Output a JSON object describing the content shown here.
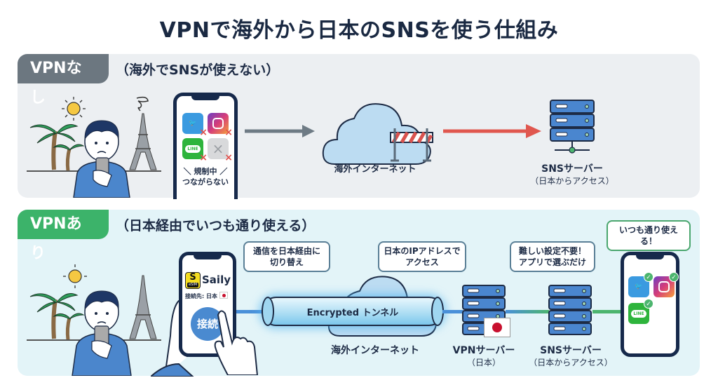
{
  "title": "VPNで海外から日本のSNSを使う仕組み",
  "without_vpn": {
    "tag": "VPNなし",
    "subtitle": "（海外でSNSが使えない）",
    "phone_apps": [
      {
        "name": "Twitter",
        "status": "blocked"
      },
      {
        "name": "Instagram",
        "status": "blocked"
      },
      {
        "name": "LINE",
        "status": "blocked"
      },
      {
        "name": "unknown",
        "status": "blocked"
      }
    ],
    "line_label": "LINE",
    "gray_app_glyph": "×",
    "x_glyph": "×",
    "phone_caption_1": "＼ 規制中 ／",
    "phone_caption_2": "つながらない",
    "internet_label": "海外インターネット",
    "server_label": "SNSサーバー",
    "server_sublabel": "（日本からアクセス）",
    "colors": {
      "tag": "#6c7780",
      "arrow_gray": "#6e7b85",
      "arrow_red": "#e0574f"
    }
  },
  "with_vpn": {
    "tag": "VPNあり",
    "subtitle": "（日本経由でいつも通り使える）",
    "app_logo_letter": "S",
    "app_logo_badge": "eSIM",
    "app_name": "Saily",
    "connection_label": "接続先: 日本",
    "connect_button": "接続",
    "bubble_1": [
      "通信を日本経由に",
      "切り替え"
    ],
    "bubble_2": [
      "日本のIPアドレスで",
      "アクセス"
    ],
    "bubble_3": [
      "難しい設定不要！",
      "アプリで選ぶだけ"
    ],
    "bubble_4": "いつも通り使える！",
    "tunnel_label": "Encrypted トンネル",
    "internet_label": "海外インターネット",
    "vpn_server_label": "VPNサーバー",
    "vpn_server_sublabel": "（日本）",
    "sns_server_label": "SNSサーバー",
    "sns_server_sublabel": "（日本からアクセス）",
    "phone_apps": [
      {
        "name": "Twitter",
        "status": "ok"
      },
      {
        "name": "Instagram",
        "status": "ok"
      },
      {
        "name": "LINE",
        "status": "ok"
      }
    ],
    "line_label": "LINE",
    "check_glyph": "✓",
    "colors": {
      "tag": "#3cb36a",
      "tunnel": "#bfe8f7",
      "line_blue": "#4a90d9",
      "line_green": "#4cb56e"
    }
  }
}
